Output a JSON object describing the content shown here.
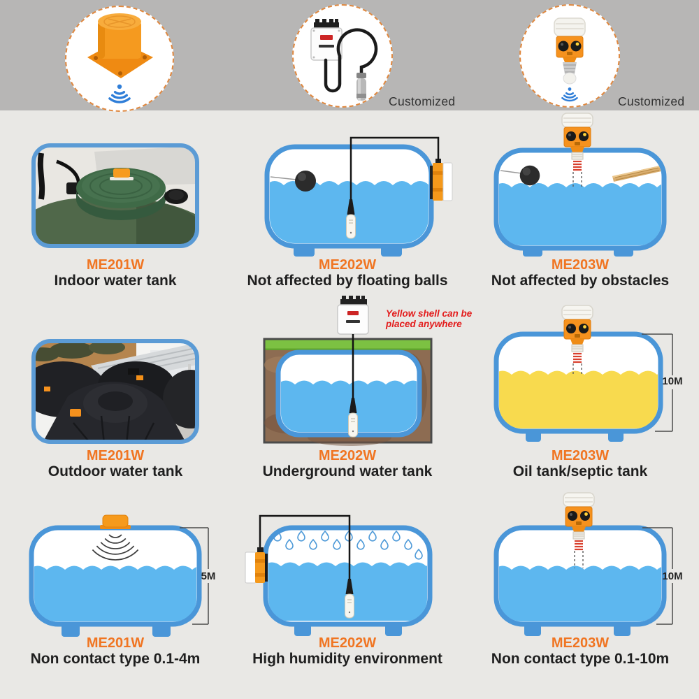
{
  "header": {
    "products": [
      {
        "name": "ultrasonic-puck-sensor",
        "caption": ""
      },
      {
        "name": "cable-probe-sensor",
        "caption": "Customized"
      },
      {
        "name": "bulb-mount-sensor",
        "caption": "Customized"
      }
    ]
  },
  "cells": [
    {
      "model": "ME201W",
      "label": "Indoor water tank"
    },
    {
      "model": "ME202W",
      "label": "Not affected by floating balls"
    },
    {
      "model": "ME203W",
      "label": "Not affected by obstacles"
    },
    {
      "model": "ME201W",
      "label": "Outdoor water tank"
    },
    {
      "model": "ME202W",
      "label": "Underground water tank",
      "note_line1": "Yellow shell can be",
      "note_line2": "placed anywhere"
    },
    {
      "model": "ME203W",
      "label": "Oil tank/septic tank",
      "dimension": "10M"
    },
    {
      "model": "ME201W",
      "label": "Non contact type 0.1-4m",
      "dimension": "5M"
    },
    {
      "model": "ME202W",
      "label": "High humidity environment"
    },
    {
      "model": "ME203W",
      "label": "Non contact type 0.1-10m",
      "dimension": "10M"
    }
  ],
  "colors": {
    "accent_orange": "#f07522",
    "sensor_orange": "#f6921e",
    "tank_border_blue": "#4a96d8",
    "water_blue": "#5db7ef",
    "oil_yellow": "#f8da4e",
    "note_red": "#e31b1b",
    "banner_gray": "#b7b6b5",
    "page_bg": "#e9e8e5",
    "wifi_blue": "#2f7ed8"
  },
  "icons": {
    "wifi-signal-icon": "downward radio arcs",
    "water-drop-icon": "teardrop outline",
    "dimension-line-icon": "vertical measure line"
  }
}
